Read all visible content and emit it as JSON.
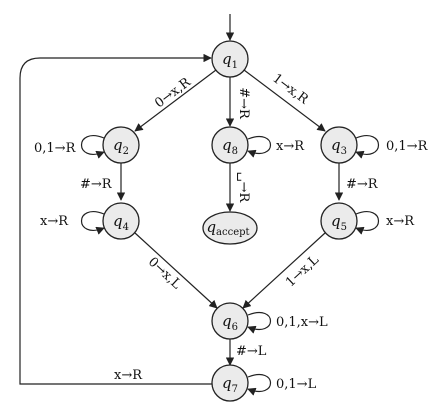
{
  "states": [
    {
      "id": "q1",
      "label": "q",
      "sub": "1"
    },
    {
      "id": "q2",
      "label": "q",
      "sub": "2"
    },
    {
      "id": "q3",
      "label": "q",
      "sub": "3"
    },
    {
      "id": "q4",
      "label": "q",
      "sub": "4"
    },
    {
      "id": "q5",
      "label": "q",
      "sub": "5"
    },
    {
      "id": "q6",
      "label": "q",
      "sub": "6"
    },
    {
      "id": "q7",
      "label": "q",
      "sub": "7"
    },
    {
      "id": "q8",
      "label": "q",
      "sub": "8"
    },
    {
      "id": "qaccept",
      "label": "q",
      "sub": "accept"
    }
  ],
  "transitions": {
    "q1_q2": "0→x,R",
    "q1_q8": "#→R",
    "q1_q3": "1→x,R",
    "q2_self": "0,1→R",
    "q2_q4": "#→R",
    "q3_self": "0,1→R",
    "q3_q5": "#→R",
    "q8_self": "x→R",
    "q8_accept": "␣→R",
    "q4_self": "x→R",
    "q5_self": "x→R",
    "q4_q6": "0→x,L",
    "q5_q6": "1→x,L",
    "q6_self": "0,1,x→L",
    "q6_q7": "#→L",
    "q7_self": "0,1→L",
    "q7_q1": "x→R"
  }
}
